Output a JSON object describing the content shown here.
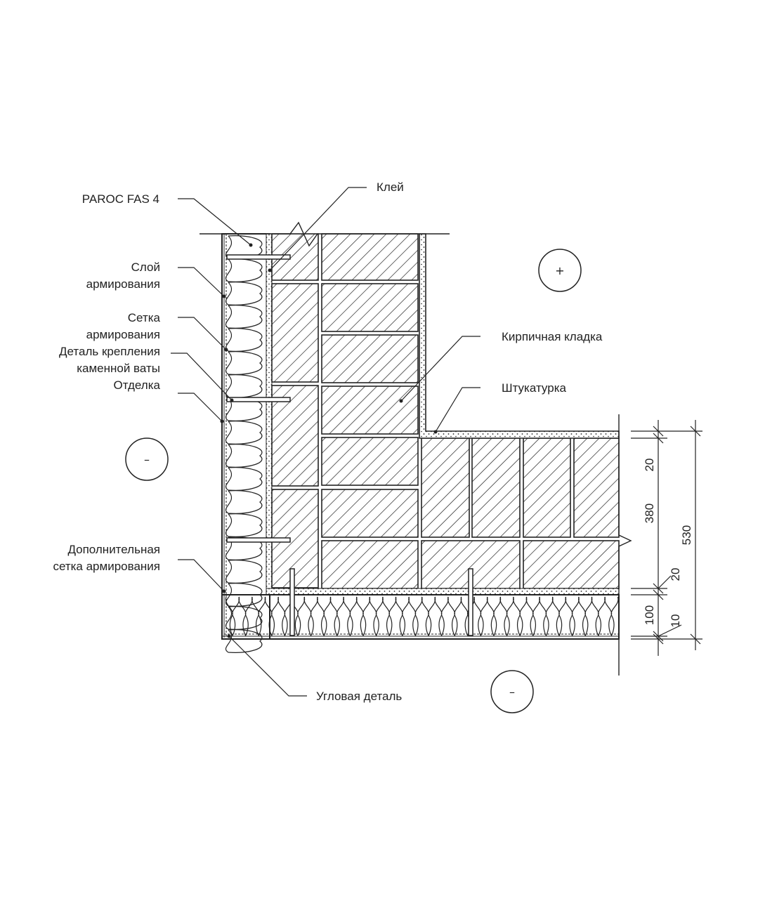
{
  "labels": {
    "paroc": "PAROC FAS 4",
    "glue": "Клей",
    "reinf_layer_1": "Слой",
    "reinf_layer_2": "армирования",
    "mesh_1": "Сетка",
    "mesh_2": "армирования",
    "fastener_1": "Деталь крепления",
    "fastener_2": "каменной ваты",
    "finish": "Отделка",
    "brick": "Кирпичная кладка",
    "plaster": "Штукатурка",
    "extra_mesh_1": "Дополнительная",
    "extra_mesh_2": "сетка армирования",
    "corner": "Угловая деталь"
  },
  "zones": {
    "inside": "+",
    "outside_left": "–",
    "outside_bottom": "–"
  },
  "dimensions": {
    "d20_top": "20",
    "d380": "380",
    "d530": "530",
    "d20_bottom": "20",
    "d100": "100",
    "d10": "10"
  }
}
